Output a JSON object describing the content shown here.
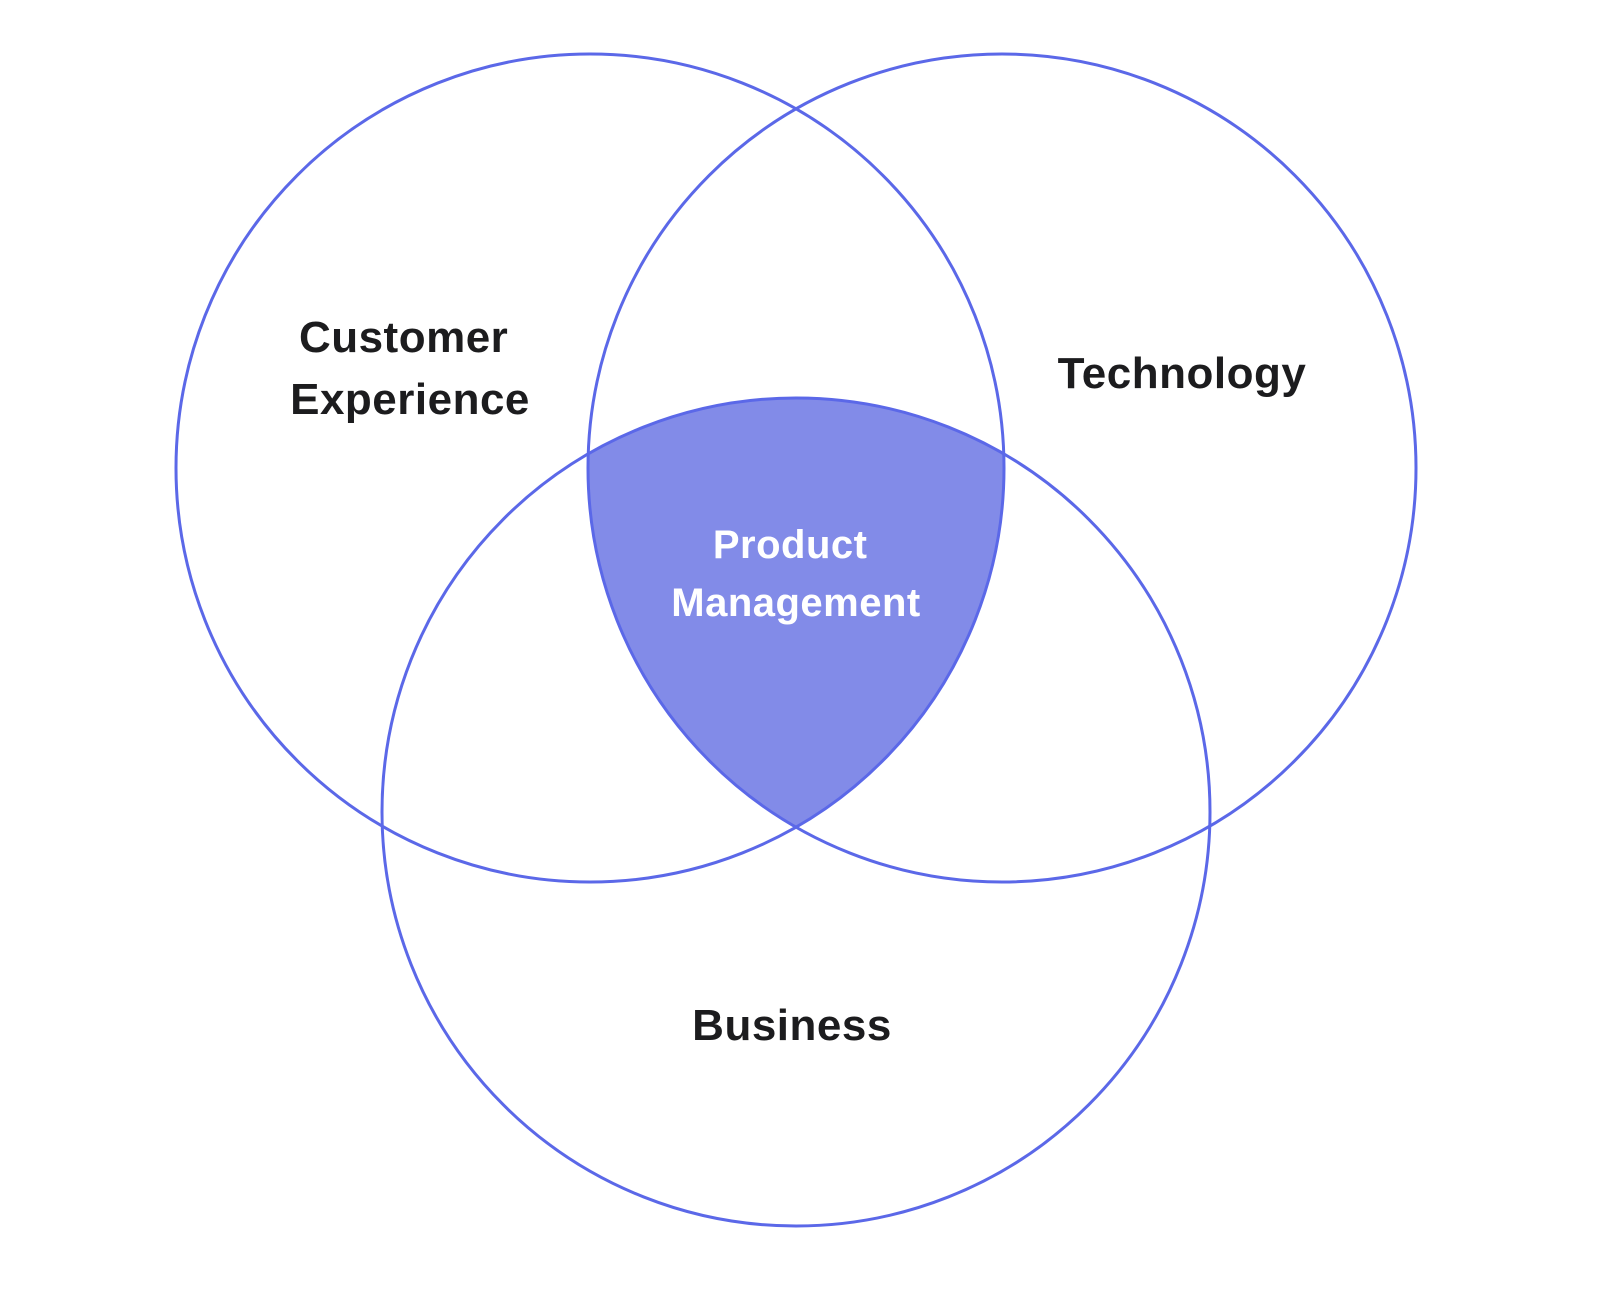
{
  "diagram": {
    "type": "venn-3",
    "circles": [
      {
        "id": "customer-experience",
        "label": "Customer Experience",
        "label_line1": "Customer",
        "label_line2": "Experience"
      },
      {
        "id": "technology",
        "label": "Technology"
      },
      {
        "id": "business",
        "label": "Business"
      }
    ],
    "intersection": {
      "label": "Product Management",
      "label_line1": "Product",
      "label_line2": "Management"
    }
  },
  "colors": {
    "background": "#FFFFFF",
    "circle_stroke": "#5B68E8",
    "intersection_fill": "#828BE8",
    "label_text": "#1C1C1E",
    "intersection_text": "#FFFFFF"
  }
}
